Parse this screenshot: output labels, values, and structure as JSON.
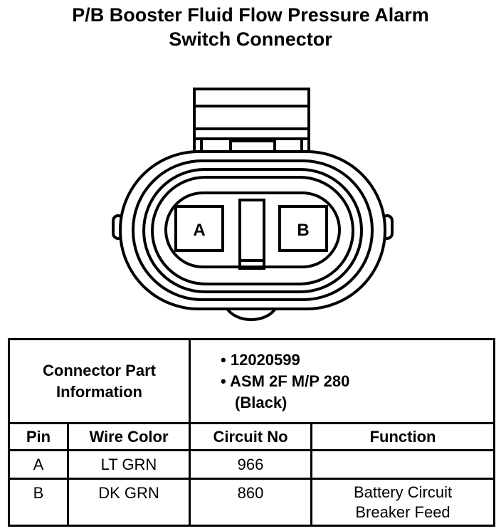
{
  "title": {
    "line1": "P/B Booster Fluid Flow Pressure Alarm",
    "line2": "Switch Connector"
  },
  "connector": {
    "pins": [
      "A",
      "B"
    ]
  },
  "part_info": {
    "label_line1": "Connector Part",
    "label_line2": "Information",
    "bullet": "•",
    "part_number": "12020599",
    "assembly": "ASM 2F M/P 280",
    "color": "(Black)"
  },
  "table": {
    "headers": [
      "Pin",
      "Wire Color",
      "Circuit No",
      "Function"
    ],
    "rows": [
      {
        "pin": "A",
        "wire_color": "LT GRN",
        "circuit_no": "966",
        "function_line1": "",
        "function_line2": ""
      },
      {
        "pin": "B",
        "wire_color": "DK GRN",
        "circuit_no": "860",
        "function_line1": "Battery Circuit",
        "function_line2": "Breaker Feed"
      }
    ]
  }
}
